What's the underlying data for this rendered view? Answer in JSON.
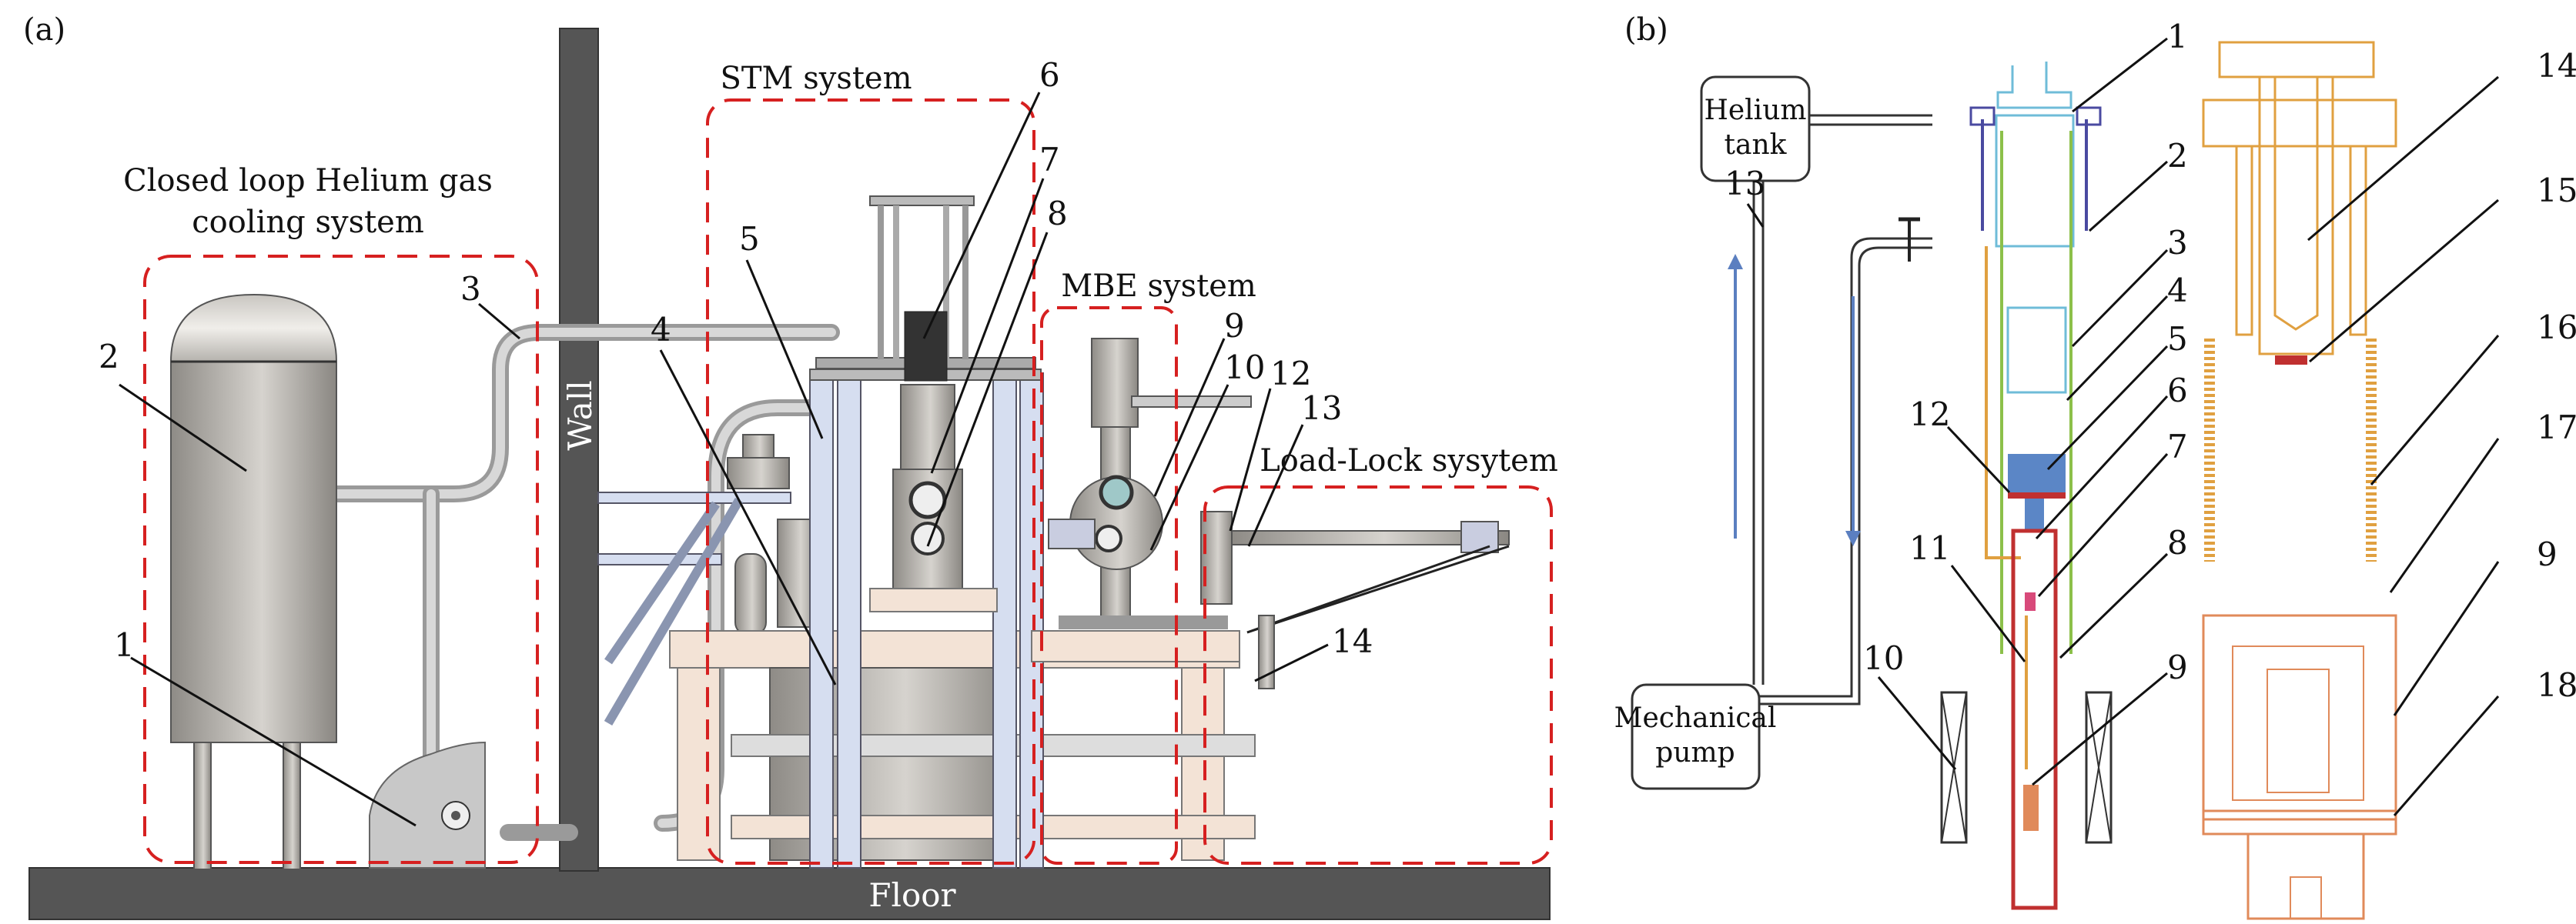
{
  "panels": {
    "a": {
      "tag": "(a)",
      "regions": {
        "cooling": [
          "Closed loop Helium gas",
          "cooling system"
        ],
        "stm": "STM system",
        "mbe": "MBE system",
        "loadlock": "Load-Lock sysytem"
      },
      "wall_label": "Wall",
      "floor_label": "Floor",
      "callouts": [
        "1",
        "2",
        "3",
        "4",
        "5",
        "6",
        "7",
        "8",
        "9",
        "10",
        "12",
        "13",
        "14"
      ]
    },
    "b": {
      "tag": "(b)",
      "helium_tank": [
        "Helium",
        "tank"
      ],
      "mechanical_pump": [
        "Mechanical",
        "pump"
      ],
      "callouts_left": [
        "13",
        "12",
        "11",
        "10"
      ],
      "callouts_right": [
        "1",
        "2",
        "3",
        "4",
        "5",
        "6",
        "7",
        "8",
        "9"
      ],
      "callouts_far": [
        "14",
        "15",
        "16",
        "17",
        "9",
        "18"
      ]
    }
  },
  "colors": {
    "dash_region": "#d62020",
    "wall_floor": "#555555",
    "cryostat_top": "#6fbcd8",
    "shield": "#8cc04a",
    "bellows": "#4a4aa0",
    "tube": "#e0a040",
    "outer_can": "#c03030",
    "liquid": "#5b86c6",
    "sample": "#d84a7a",
    "arrow": "#5b7fc0",
    "stage": "#e08a5a"
  }
}
